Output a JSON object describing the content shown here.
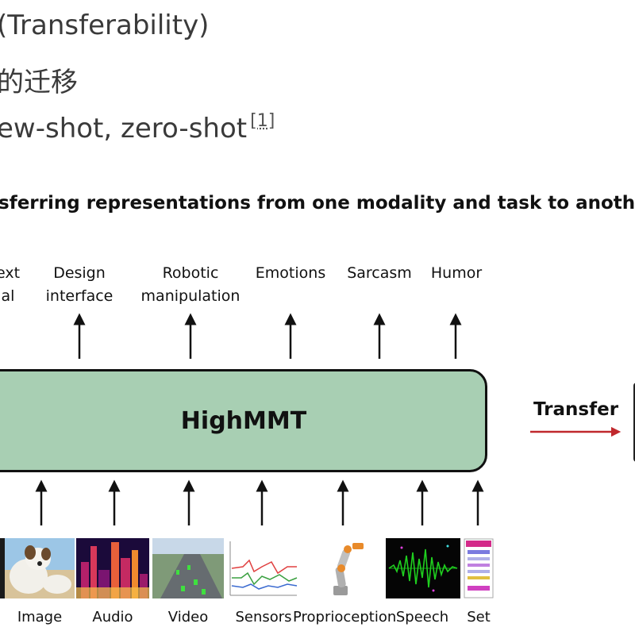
{
  "slide": {
    "title": "(Transferability)",
    "line2": "的迁移",
    "line3": "ew-shot, zero-shot",
    "ref": "[1]",
    "subtitle": "sferring representations from one modality and task to another"
  },
  "outputs": [
    {
      "line1": "ext",
      "line2": "al"
    },
    {
      "line1": "Design",
      "line2": "interface"
    },
    {
      "line1": "Robotic",
      "line2": "manipulation"
    },
    {
      "line1": "Emotions",
      "line2": ""
    },
    {
      "line1": "Sarcasm",
      "line2": ""
    },
    {
      "line1": "Humor",
      "line2": ""
    }
  ],
  "model": {
    "label": "HighMMT"
  },
  "transfer": {
    "label": "Transfer",
    "arrow_color": "#c0282d"
  },
  "inputs": [
    "Image",
    "Audio",
    "Video",
    "Sensors",
    "Proprioception",
    "Speech",
    "Set"
  ],
  "colors": {
    "model_fill": "#a8cfb3",
    "border": "#111111"
  }
}
